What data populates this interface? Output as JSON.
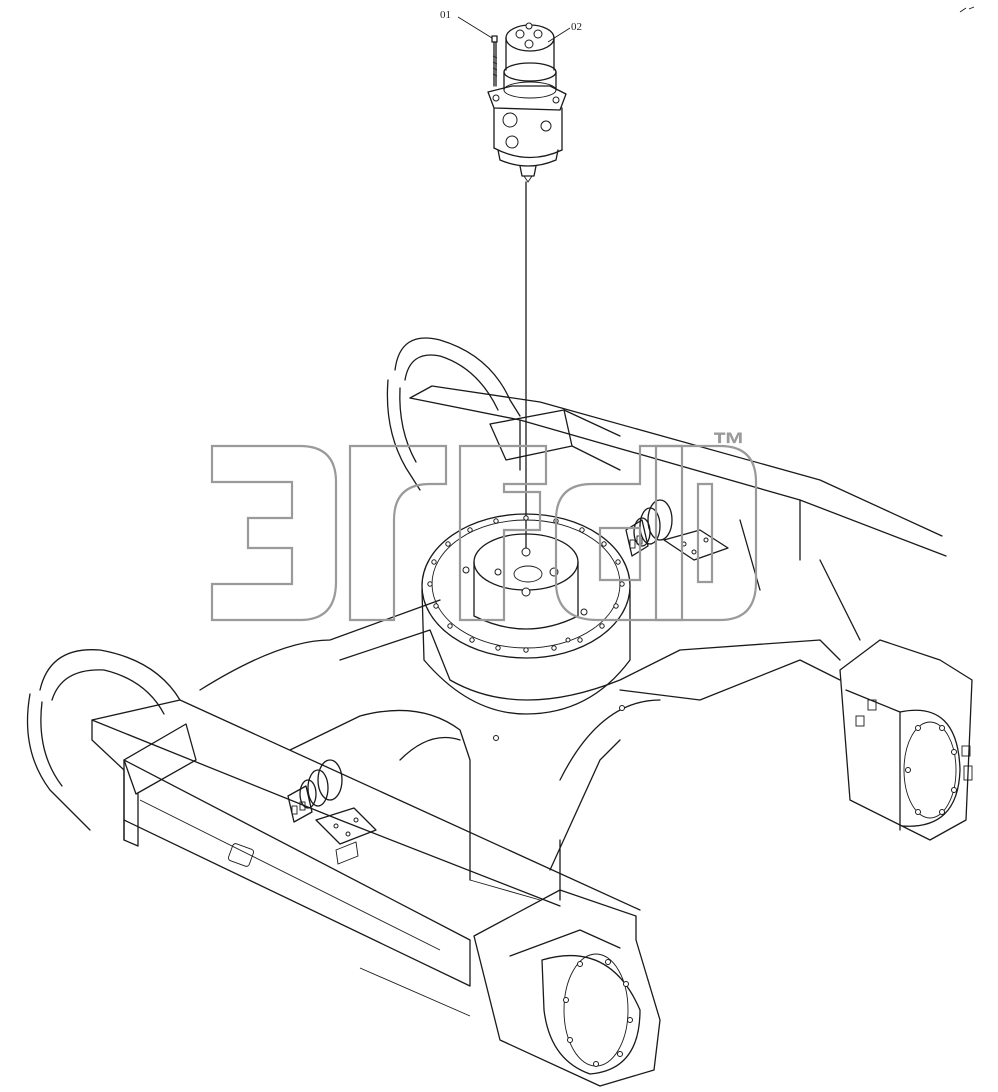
{
  "diagram": {
    "callouts": [
      {
        "id": "01",
        "label": "01"
      },
      {
        "id": "02",
        "label": "02"
      }
    ],
    "watermark": {
      "trademark": "™"
    },
    "colors": {
      "line": "#1a1a1a",
      "watermark": "#9a9a9a",
      "background": "#ffffff"
    }
  }
}
